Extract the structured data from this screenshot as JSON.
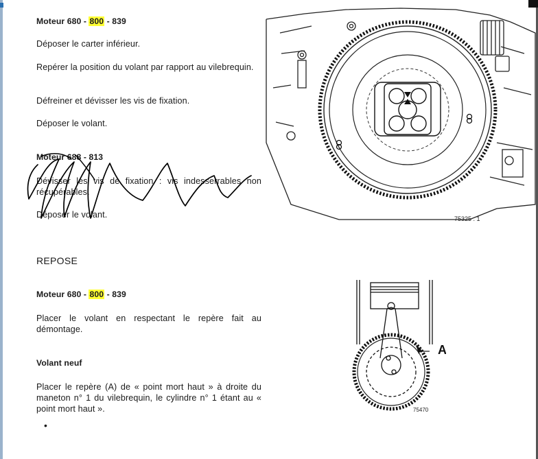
{
  "section1": {
    "heading": {
      "prefix": "Moteur 680 - ",
      "highlight": "800",
      "suffix": " - 839"
    },
    "steps": [
      "Déposer le carter inférieur.",
      "Repérer la position du volant par rapport au vilebrequin.",
      "Défreiner et dévisser les vis de fixation.",
      "Déposer le volant."
    ]
  },
  "section2": {
    "heading": "Moteur 688 - 813",
    "steps": [
      "Dévisser les vis de fixation : vis indesserrables non récupérables.",
      "Déposer le volant."
    ]
  },
  "figure1": {
    "ref": "75325 . 1"
  },
  "repose": {
    "title": "REPOSE",
    "heading": {
      "prefix": "Moteur 680 - ",
      "highlight": "800",
      "suffix": " - 839"
    },
    "step1": "Placer le volant en respectant le repère fait au démontage.",
    "subheading": "Volant neuf",
    "step2": "Placer le repère (A) de « point mort haut » à droite du maneton n° 1 du vilebrequin, le cylindre n° 1 étant au « point mort haut »."
  },
  "figure2": {
    "label_a": "A",
    "ref": "75470"
  },
  "colors": {
    "highlight": "#ffff33",
    "scribble": "#000000"
  }
}
